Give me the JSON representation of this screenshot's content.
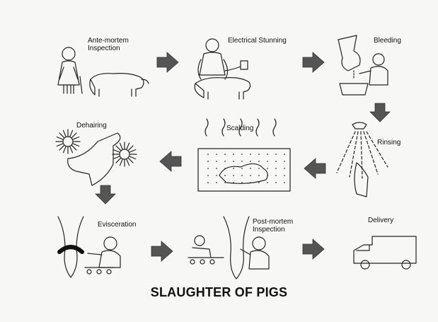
{
  "title": "SLAUGHTER OF PIGS",
  "steps": {
    "ante_mortem": "Ante-mortem\nInspection",
    "stunning": "Electrical Stunning",
    "bleeding": "Bleeding",
    "rinsing": "Rinsing",
    "scalding": "Scalding",
    "dehairing": "Dehairing",
    "evisceration": "Evisceration",
    "post_mortem": "Post-mortem\nInspection",
    "delivery": "Delivery"
  },
  "colors": {
    "ink": "#222222",
    "arrow": "#555555",
    "background": "#f7f7f5"
  }
}
